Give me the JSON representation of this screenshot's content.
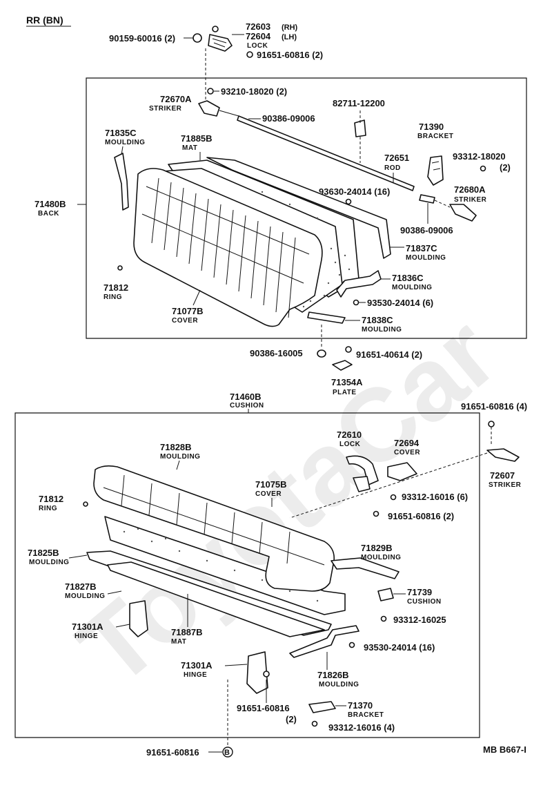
{
  "header": {
    "title": "RR (BN)",
    "code": "MB  B667-I"
  },
  "watermark": "ToyotaCar",
  "back": {
    "top": {
      "bolt": {
        "pn": "90159-60016 (2)"
      },
      "lock": {
        "pn1": "72603",
        "suf1": "(RH)",
        "pn2": "72604",
        "suf2": "(LH)",
        "name": "LOCK"
      },
      "screw": {
        "pn": "91651-60816 (2)"
      }
    },
    "labels": {
      "striker_a": {
        "pn": "72670A",
        "name": "STRIKER"
      },
      "screw_93210": {
        "pn": "93210-18020 (2)"
      },
      "cap_90386a": {
        "pn": "90386-09006"
      },
      "clip_82711": {
        "pn": "82711-12200"
      },
      "bracket": {
        "pn": "71390",
        "name": "BRACKET"
      },
      "screw_93312": {
        "pn": "93312-18020",
        "qty": "(2)"
      },
      "rod": {
        "pn": "72651",
        "name": "ROD"
      },
      "striker_b": {
        "pn": "72680A",
        "name": "STRIKER"
      },
      "cap_90386b": {
        "pn": "90386-09006"
      },
      "clip_93630": {
        "pn": "93630-24014 (16)"
      },
      "moulding_c": {
        "pn": "71835C",
        "name": "MOULDING"
      },
      "mat": {
        "pn": "71885B",
        "name": "MAT"
      },
      "back": {
        "pn": "71480B",
        "name": "BACK"
      },
      "moulding_37c": {
        "pn": "71837C",
        "name": "MOULDING"
      },
      "moulding_36c": {
        "pn": "71836C",
        "name": "MOULDING"
      },
      "clip_93530": {
        "pn": "93530-24014 (6)"
      },
      "ring": {
        "pn": "71812",
        "name": "RING"
      },
      "cover": {
        "pn": "71077B",
        "name": "COVER"
      },
      "moulding_38c": {
        "pn": "71838C",
        "name": "MOULDING"
      },
      "cap_90386c": {
        "pn": "90386-16005"
      },
      "screw_91651": {
        "pn": "91651-40614 (2)"
      },
      "plate": {
        "pn": "71354A",
        "name": "PLATE"
      }
    }
  },
  "cushion": {
    "title": {
      "pn": "71460B",
      "name": "CUSHION"
    },
    "labels": {
      "screw_top": {
        "pn": "91651-60816 (4)"
      },
      "striker": {
        "pn": "72607",
        "name": "STRIKER"
      },
      "lock": {
        "pn": "72610",
        "name": "LOCK"
      },
      "cover_72694": {
        "pn": "72694",
        "name": "COVER"
      },
      "moulding_28b": {
        "pn": "71828B",
        "name": "MOULDING"
      },
      "cover_75b": {
        "pn": "71075B",
        "name": "COVER"
      },
      "ring": {
        "pn": "71812",
        "name": "RING"
      },
      "screw_93312a": {
        "pn": "93312-16016 (6)"
      },
      "screw_91651a": {
        "pn": "91651-60816 (2)"
      },
      "moulding_25b": {
        "pn": "71825B",
        "name": "MOULDING"
      },
      "moulding_29b": {
        "pn": "71829B",
        "name": "MOULDING"
      },
      "moulding_27b": {
        "pn": "71827B",
        "name": "MOULDING"
      },
      "cushion_71739": {
        "pn": "71739",
        "name": "CUSHION"
      },
      "screw_93312b": {
        "pn": "93312-16025"
      },
      "hinge_1": {
        "pn": "71301A",
        "name": "HINGE"
      },
      "mat": {
        "pn": "71887B",
        "name": "MAT"
      },
      "clip_93530": {
        "pn": "93530-24014 (16)"
      },
      "hinge_2": {
        "pn": "71301A",
        "name": "HINGE"
      },
      "moulding_26b": {
        "pn": "71826B",
        "name": "MOULDING"
      },
      "screw_91651b": {
        "pn": "91651-60816",
        "qty": "(2)"
      },
      "bracket": {
        "pn": "71370",
        "name": "BRACKET"
      },
      "screw_93312c": {
        "pn": "93312-16016 (4)"
      },
      "bolt_b": {
        "pn": "91651-60816",
        "ref": "B"
      }
    }
  }
}
